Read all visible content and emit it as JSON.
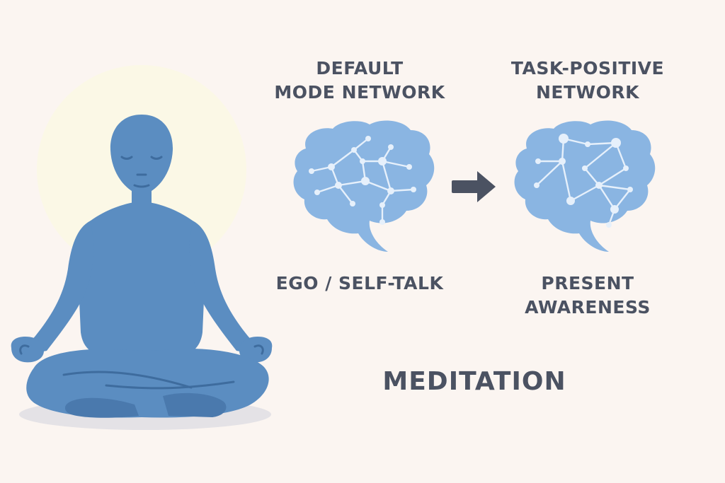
{
  "colors": {
    "background": "#fbf5f1",
    "halo": "#fbf8e6",
    "figure": "#5b8dc1",
    "figure_dark": "#4a79ad",
    "brain": "#8ab5e2",
    "brain_network": "#e6f0fb",
    "arrow": "#4b5262",
    "text": "#4b5262",
    "shadow": "#e4e2e6"
  },
  "networks": {
    "default_mode": {
      "title_line1": "DEFAULT",
      "title_line2": "MODE NETWORK",
      "caption": "EGO / SELF-TALK"
    },
    "task_positive": {
      "title_line1": "TASK-POSITIVE",
      "title_line2": "NETWORK",
      "caption_line1": "PRESENT",
      "caption_line2": "AWARENESS"
    }
  },
  "footer": {
    "label": "MEDITATION"
  },
  "icons": {
    "figure": "meditating-person-icon",
    "brain_left": "brain-network-icon",
    "brain_right": "brain-network-icon",
    "arrow": "arrow-right-icon"
  }
}
